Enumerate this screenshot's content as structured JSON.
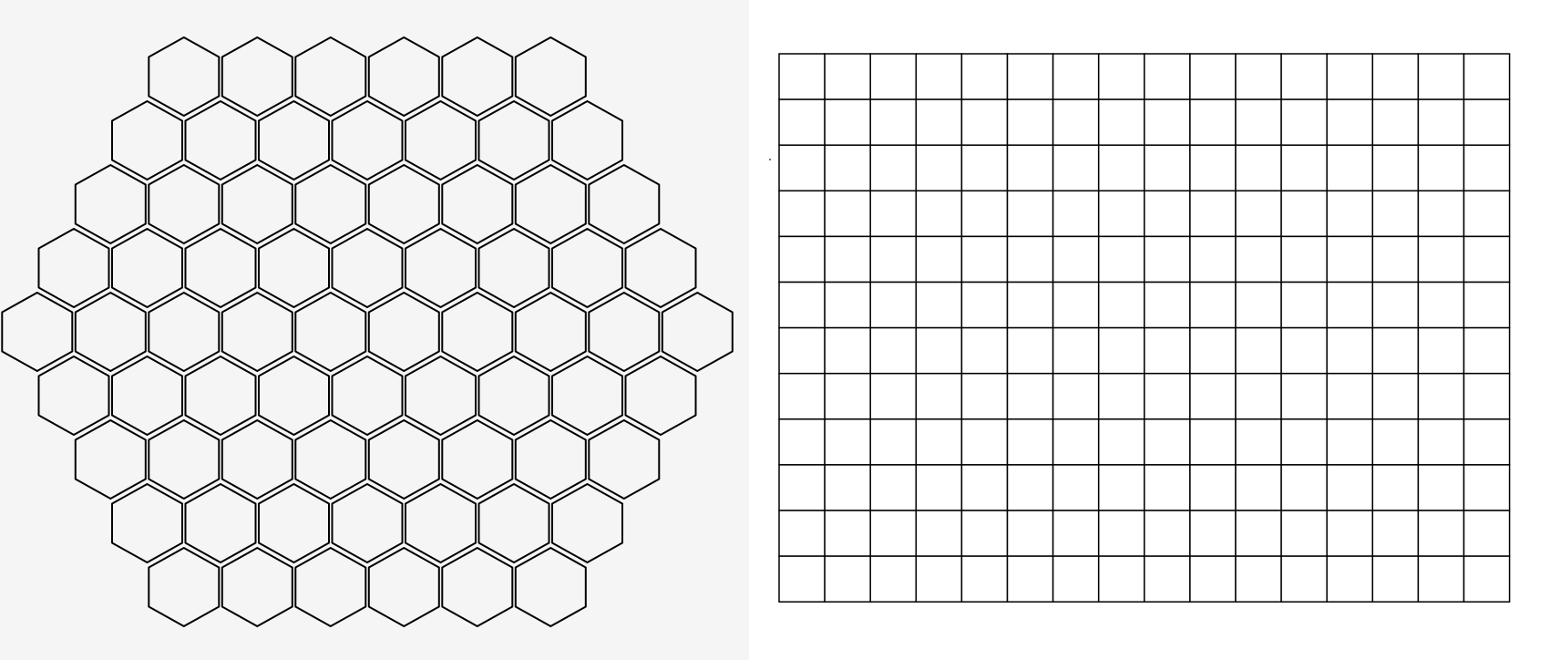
{
  "hex_board": {
    "shape": "hexagonal",
    "cell_shape": "pointy-top-hexagon",
    "row_cell_counts": [
      6,
      7,
      8,
      9,
      10,
      9,
      8,
      7,
      6
    ],
    "total_cells": 70,
    "background_color": "#f5f5f5",
    "stroke_color": "#000000",
    "fill_color": "transparent"
  },
  "square_board": {
    "columns": 16,
    "rows": 12,
    "total_cells": 192,
    "background_color": "#ffffff",
    "stroke_color": "#000000",
    "fill_color": "#ffffff"
  }
}
